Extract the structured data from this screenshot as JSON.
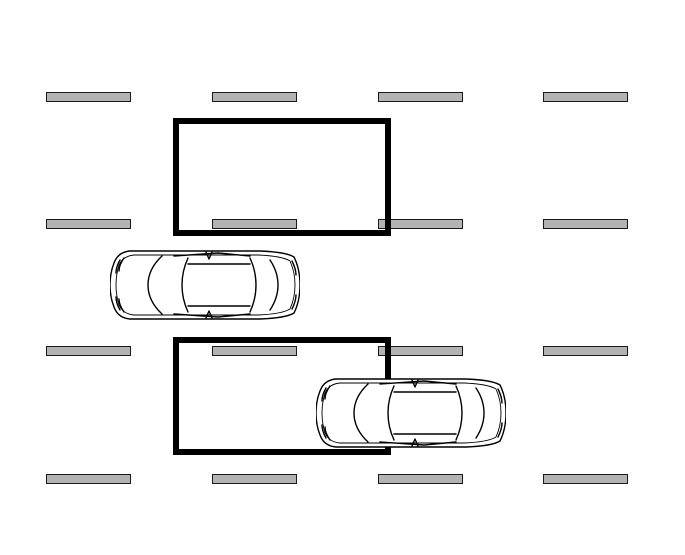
{
  "colors": {
    "background": "#ffffff",
    "lane_marking_fill": "#b3b3b3",
    "lane_marking_stroke": "#1a1a1a",
    "zone_outline": "#000000",
    "car_body": "#ffffff",
    "car_outline": "#000000"
  },
  "icons": {
    "car": "car-top-view-icon",
    "lane_marking": "lane-dash",
    "zone": "rectangle-outline"
  },
  "scene": {
    "lane_marking_rows": 4,
    "lane_marking_columns": 4,
    "zones": 2,
    "cars": 2,
    "car_heading": "right"
  }
}
